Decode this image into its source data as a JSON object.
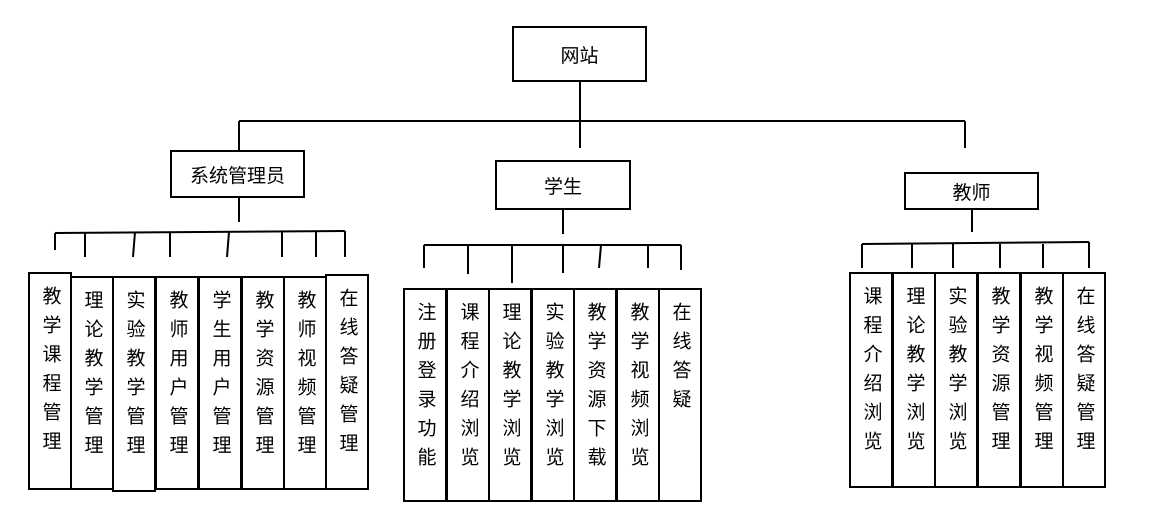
{
  "root": {
    "label": "网站"
  },
  "roles": [
    {
      "label": "系统管理员",
      "functions": [
        "教学课程管理",
        "理论教学管理",
        "实验教学管理",
        "教师用户管理",
        "学生用户管理",
        "教学资源管理",
        "教师视频管理",
        "在线答疑管理"
      ]
    },
    {
      "label": "学生",
      "functions": [
        "注册登录功能",
        "课程介绍浏览",
        "理论教学浏览",
        "实验教学浏览",
        "教学资源下载",
        "教学视频浏览",
        "在线答疑"
      ]
    },
    {
      "label": "教师",
      "functions": [
        "课程介绍浏览",
        "理论教学浏览",
        "实验教学浏览",
        "教学资源管理",
        "教学视频管理",
        "在线答疑管理"
      ]
    }
  ]
}
